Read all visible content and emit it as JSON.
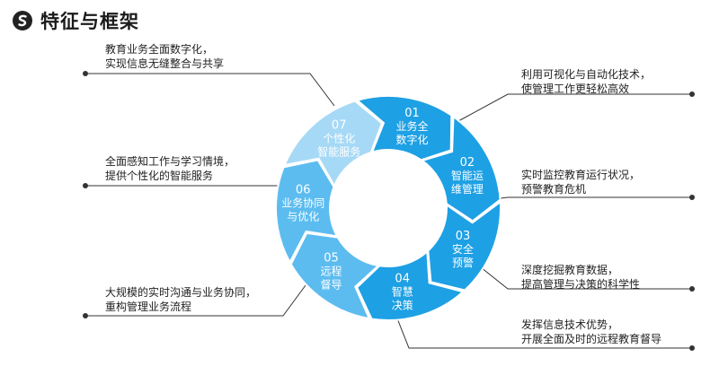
{
  "header": {
    "icon": "s-logo-icon",
    "title": "特征与框架"
  },
  "colors": {
    "dark_blue": "#1ea0e4",
    "mid_blue": "#5cbcf0",
    "light_blue": "#a6d9f6",
    "line": "#333333",
    "text": "#222222"
  },
  "segments": [
    {
      "number": "01",
      "lines": [
        "业务全",
        "数字化"
      ],
      "color": "#1ea0e4"
    },
    {
      "number": "02",
      "lines": [
        "智能运",
        "维管理"
      ],
      "color": "#1ea0e4"
    },
    {
      "number": "03",
      "lines": [
        "安全",
        "预警"
      ],
      "color": "#1ea0e4"
    },
    {
      "number": "04",
      "lines": [
        "智慧",
        "决策"
      ],
      "color": "#1ea0e4"
    },
    {
      "number": "05",
      "lines": [
        "远程",
        "督导"
      ],
      "color": "#5cbcf0"
    },
    {
      "number": "06",
      "lines": [
        "业务协同",
        "与优化"
      ],
      "color": "#5cbcf0"
    },
    {
      "number": "07",
      "lines": [
        "个性化",
        "智能服务"
      ],
      "color": "#a6d9f6"
    }
  ],
  "descriptions": {
    "d01": [
      "教育业务全面数字化，",
      "实现信息无缝整合与共享"
    ],
    "d02": [
      "利用可视化与自动化技术，",
      "使管理工作更轻松高效"
    ],
    "d03": [
      "实时监控教育运行状况，",
      "预警教育危机"
    ],
    "d04": [
      "深度挖掘教育数据，",
      "提高管理与决策的科学性"
    ],
    "d05": [
      "发挥信息技术优势，",
      "开展全面及时的远程教育督导"
    ],
    "d06": [
      "大规模的实时沟通与业务协同，",
      "重构管理业务流程"
    ],
    "d07": [
      "全面感知工作与学习情境，",
      "提供个性化的智能服务"
    ]
  }
}
